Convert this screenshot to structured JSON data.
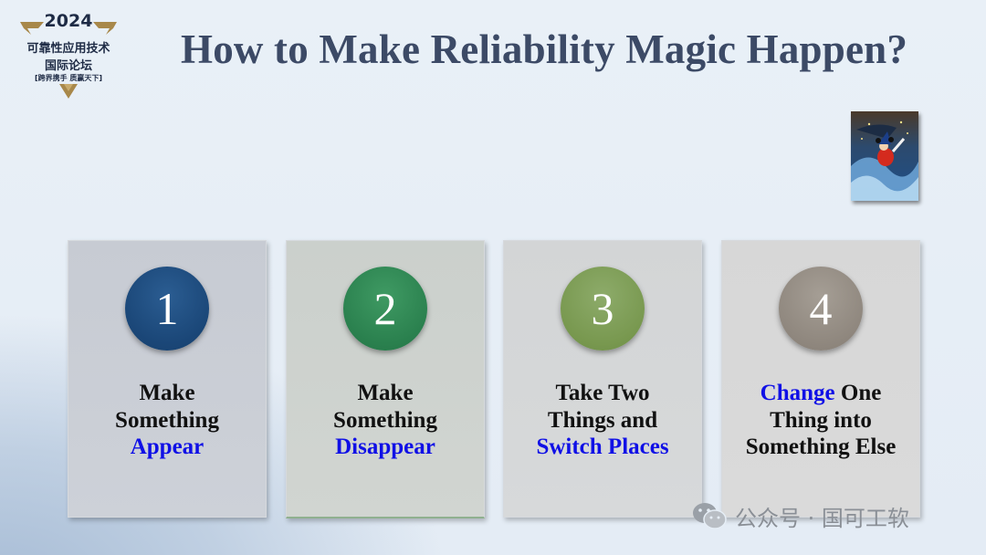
{
  "logo": {
    "year": "2024",
    "line1": "可靠性应用技术",
    "line2": "国际论坛",
    "line3": "[跨界携手 质赢天下]"
  },
  "title": "How to Make Reliability Magic Happen?",
  "cards": [
    {
      "number": "1",
      "lines": [
        [
          "Make",
          ""
        ],
        [
          "Something",
          ""
        ],
        [
          "",
          "Appear"
        ]
      ]
    },
    {
      "number": "2",
      "lines": [
        [
          "Make",
          ""
        ],
        [
          "Something",
          ""
        ],
        [
          "",
          "Disappear"
        ]
      ]
    },
    {
      "number": "3",
      "lines": [
        [
          "Take Two",
          ""
        ],
        [
          "Things and",
          ""
        ],
        [
          "",
          "Switch Places"
        ]
      ]
    },
    {
      "number": "4",
      "lines": [
        [
          "",
          "Change",
          " One"
        ],
        [
          "Thing into",
          ""
        ],
        [
          "Something Else",
          ""
        ]
      ]
    }
  ],
  "card_text": {
    "c1_l1": "Make",
    "c1_l2": "Something",
    "c1_l3": "Appear",
    "c2_l1": "Make",
    "c2_l2": "Something",
    "c2_l3": "Disappear",
    "c3_l1": "Take Two",
    "c3_l2": "Things and",
    "c3_l3": "Switch Places",
    "c4_l1a": "Change",
    "c4_l1b": " One",
    "c4_l2": "Thing into",
    "c4_l3": "Something Else"
  },
  "watermark": "公众号 · 国可工软",
  "colors": {
    "title": "#3c4a66",
    "highlight": "#1010e6",
    "circle1": "#1a4677",
    "circle2": "#2a804e",
    "circle3": "#78984f",
    "circle4": "#8f877e"
  },
  "icons": {
    "logo": "forum-logo-icon",
    "picture": "sorcerer-mickey-picture",
    "watermark": "wechat-icon"
  }
}
